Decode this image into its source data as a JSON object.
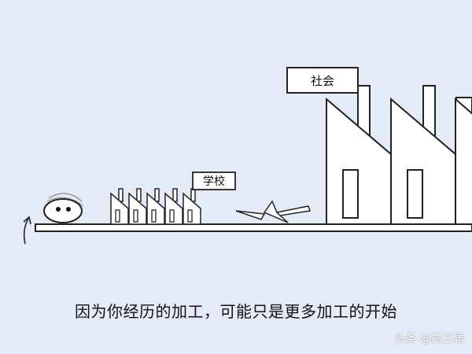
{
  "signs": {
    "school": "学校",
    "society": "社会"
  },
  "caption": "因为你经历的加工，可能只是更多加工的开始",
  "watermark": "头条 @高三届",
  "colors": {
    "background": "#e4ebf6",
    "building_fill": "#ffffff",
    "outline": "#222222",
    "text": "#111111"
  },
  "icons": [
    "egg-face-character",
    "school-factory",
    "society-factory",
    "broken-figure",
    "curved-arrow"
  ]
}
